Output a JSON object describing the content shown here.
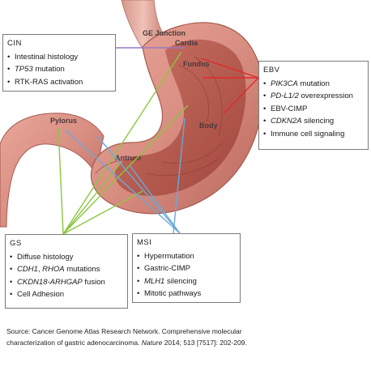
{
  "organ_labels": {
    "ge_junction": "GE Junction",
    "cardia": "Cardia",
    "fundus": "Fundus",
    "body": "Body",
    "pylorus": "Pylorus",
    "antrum": "Antrum"
  },
  "boxes": {
    "cin": {
      "title": "CIN",
      "items": [
        "Intestinal histology",
        "TP53 mutation",
        "RTK-RAS activation"
      ]
    },
    "ebv": {
      "title": "EBV",
      "items": [
        "PIK3CA mutation",
        "PD-L1/2 overexpression",
        "EBV-CIMP",
        "CDKN2A silencing",
        "Immune cell signaling"
      ]
    },
    "gs": {
      "title": "GS",
      "items": [
        "Diffuse histology",
        "CDH1, RHOA mutations",
        "CKDN18-ARHGAP fusion",
        "Cell Adhesion"
      ]
    },
    "msi": {
      "title": "MSI",
      "items": [
        "Hypermutation",
        "Gastric-CIMP",
        "MLH1 silencing",
        "Mitotic pathways"
      ]
    }
  },
  "source": {
    "line1": "Source: Cancer Genome Atlas Research Network. Comprehensive molecular",
    "line2_pre": "characterization of gastric adenocarcinoma.",
    "journal": "Nature",
    "line2_post": "2014; 513 [7517]: 202-209."
  },
  "colors": {
    "cin_line": "#9a78c4",
    "ebv_line": "#e02a2a",
    "gs_line": "#8cc63f",
    "msi_line": "#6aa9d8",
    "stomach_outer": "#d98e82",
    "stomach_inner": "#b8554a",
    "esophagus": "#e8b0a4"
  }
}
